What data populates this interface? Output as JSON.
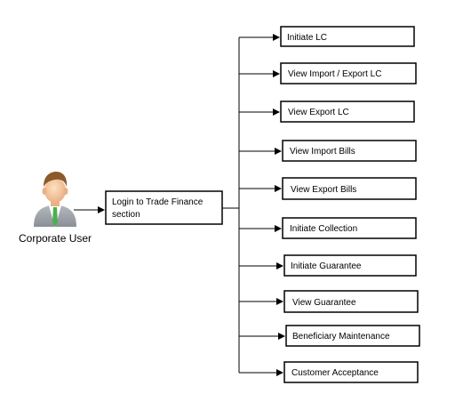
{
  "actor": {
    "label": "Corporate User",
    "icon": "user-avatar-icon"
  },
  "login_box": {
    "line1": "Login to Trade Finance",
    "line2": "section"
  },
  "options": [
    "Initiate LC",
    "View Import / Export LC",
    "View Export LC",
    "View Import Bills",
    "View Export Bills",
    "Initiate Collection",
    "Initiate  Guarantee",
    "View Guarantee",
    "Beneficiary Maintenance",
    "Customer Acceptance"
  ],
  "colors": {
    "stroke": "#000000",
    "skin": "#f5c59a",
    "hair": "#8a5a2b",
    "suit": "#9aa0a6",
    "shirt": "#ffffff",
    "tie": "#4caf50"
  }
}
